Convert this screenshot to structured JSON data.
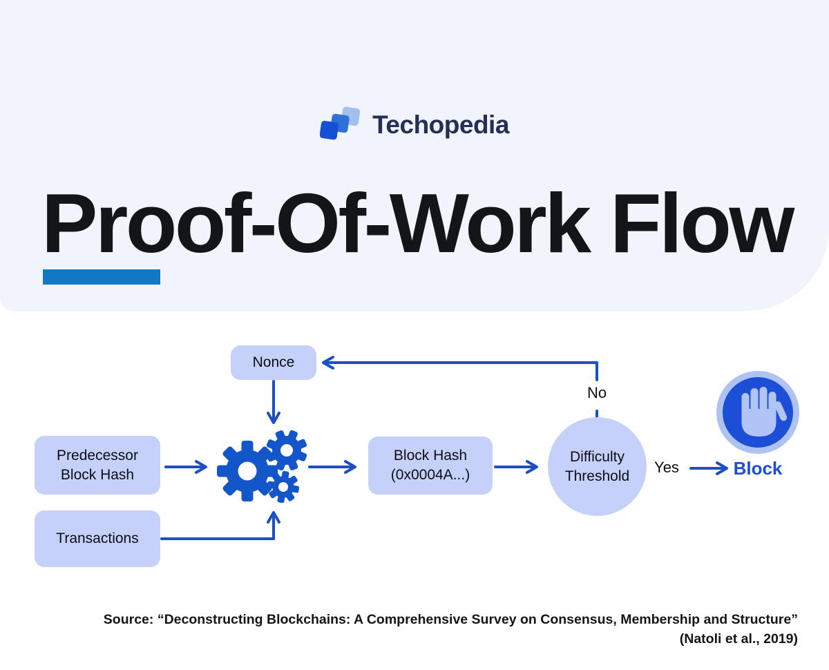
{
  "colors": {
    "header_bg": "#F1F4FB",
    "accent_bar": "#1278C4",
    "node_fill": "#C5D1F8",
    "arrow_blue": "#1D4FC4",
    "gear_blue": "#1256CA",
    "brand_navy": "#232F54",
    "block_text_blue": "#1D4ED8",
    "hand_light": "#AEC3F4",
    "hand_inner_circle": "#1D4FD6"
  },
  "brand": {
    "wordmark": "Techopedia"
  },
  "header": {
    "title": "Proof-Of-Work Flow"
  },
  "flow": {
    "nonce": {
      "label": "Nonce"
    },
    "predecessor": {
      "lines": [
        "Predecessor",
        "Block Hash"
      ]
    },
    "transactions": {
      "label": "Transactions"
    },
    "block_hash": {
      "lines": [
        "Block Hash",
        "(0x0004A...)"
      ]
    },
    "difficulty": {
      "lines": [
        "Difficulty",
        "Threshold"
      ]
    },
    "no_label": "No",
    "yes_label": "Yes",
    "block_label": "Block"
  },
  "source": {
    "line1": "Source: “Deconstructing Blockchains: A Comprehensive Survey on Consensus, Membership and Structure”",
    "line2": "(Natoli et al., 2019)"
  }
}
